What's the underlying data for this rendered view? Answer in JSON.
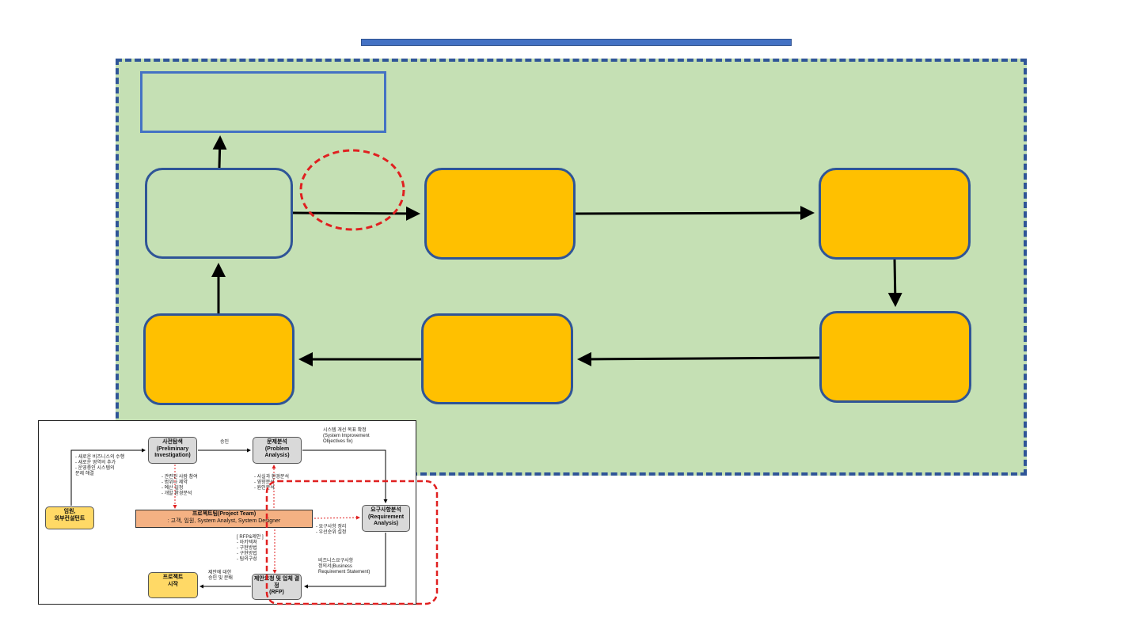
{
  "colors": {
    "panel_fill": "#c5e0b4",
    "panel_border": "#2f5597",
    "node_yellow": "#ffc000",
    "node_border": "#2f5597",
    "title_bar": "#4472c4",
    "highlight_red": "#e02020"
  },
  "inset": {
    "nodes": {
      "preliminary": {
        "title": "사전탐색",
        "subtitle": "(Preliminary Investigation)"
      },
      "problem": {
        "title": "문제분석",
        "subtitle": "(Problem Analysis)"
      },
      "requirement": {
        "title": "요구사항분석",
        "subtitle": "(Requirement Analysis)"
      },
      "rfp": {
        "title": "제안요청 및 업체 결정",
        "subtitle": "(RFP)"
      },
      "start": {
        "title": "프로젝트",
        "subtitle": "시작"
      },
      "exec": {
        "title": "임원,",
        "subtitle": "외부컨설턴트"
      },
      "team": {
        "title": "프로젝트팀(Project Team)",
        "subtitle": ": 고객, 임원, System Analyst, System Designer"
      }
    },
    "notes": {
      "exec_reasons": [
        "- 새로운 비즈니스의 수행",
        "- 새로운 영역의 추가",
        "- 운영중인 시스템의",
        "  문제 해결"
      ],
      "approval": "승인",
      "objectives": [
        "시스템 개선 목표 확정",
        "(System Improvement",
        "Objectives fix)"
      ],
      "prelim_items": [
        "- 관련된 사람 참여",
        "- 범위나 제약",
        "- 예산 일정",
        "- 개발 환경분석"
      ],
      "problem_items": [
        "- 사실과 환경분석",
        "- 영향분석",
        "- 원인분석"
      ],
      "req_items": [
        "- 요구사항 정리",
        "- 우선순위 설정"
      ],
      "rfp_items": [
        "[ RFP&제안 ]",
        "- 아키텍쳐",
        "- 구현방법",
        "- 구현방법",
        "- 팀의구성"
      ],
      "brs": [
        "비즈니스요구사항",
        "정의서(Business",
        "Requirement Statement)"
      ],
      "proposal": [
        "제안에 대한",
        "승인 및 분배"
      ]
    }
  }
}
